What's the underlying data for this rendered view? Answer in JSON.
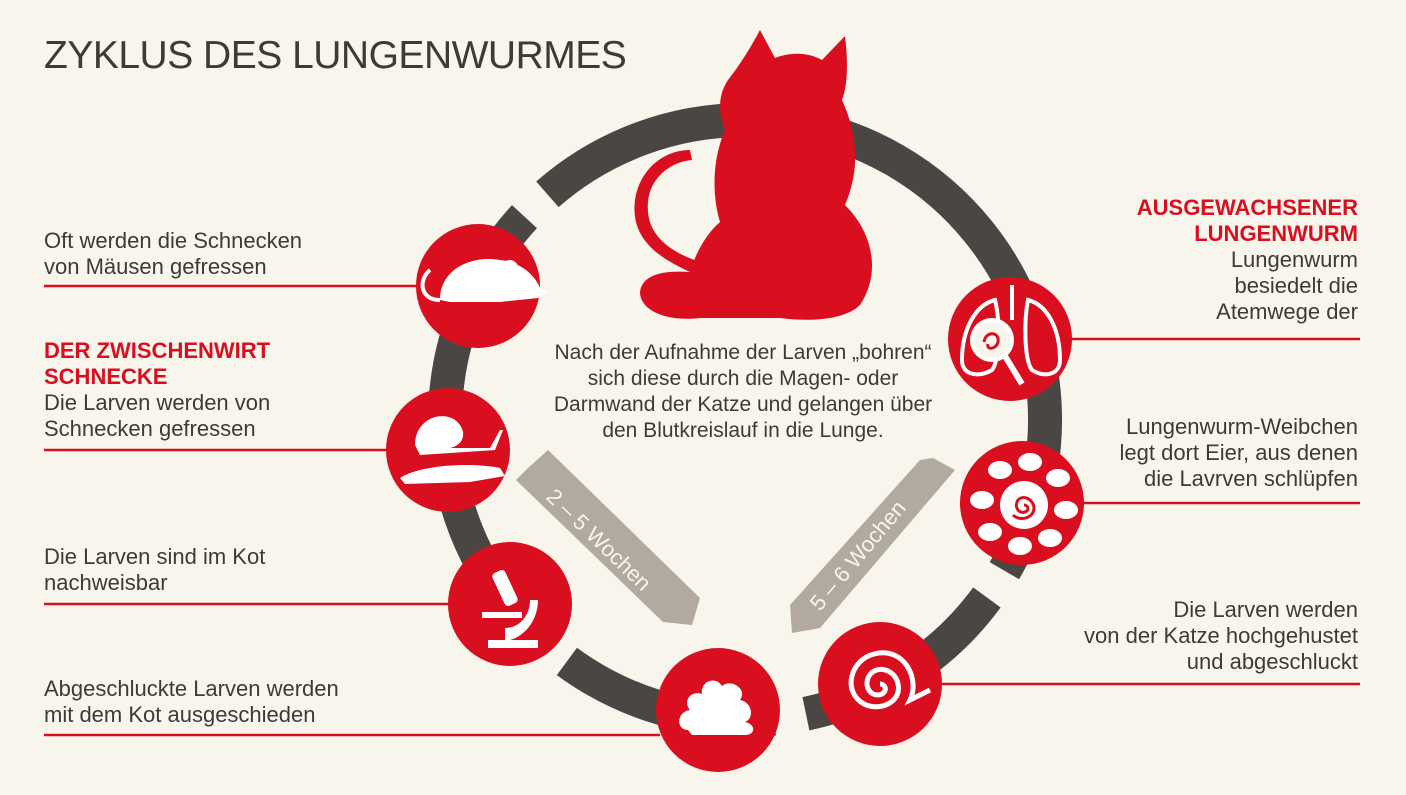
{
  "title": "ZYKLUS DES LUNGENWURMES",
  "center_text": "Nach der Aufnahme der Larven „bohren“ sich diese durch die Magen- oder Darmwand der Katze und gelangen über den Blutkreislauf in die Lunge.",
  "arrows": {
    "left_duration": "2 – 5 Wochen",
    "right_duration": "5 – 6 Wochen"
  },
  "labels": {
    "mouse": {
      "line1": "Oft werden die Schnecken",
      "line2": "von Mäusen gefressen"
    },
    "snail": {
      "head1": "DER ZWISCHENWIRT",
      "head2": "SCHNECKE",
      "line1": "Die Larven werden von",
      "line2": "Schnecken gefressen"
    },
    "microscope": {
      "line1": "Die Larven sind im Kot",
      "line2": "nachweisbar"
    },
    "feces": {
      "line1": "Abgeschluckte Larven werden",
      "line2": "mit dem Kot ausgeschieden"
    },
    "lung": {
      "head1": "AUSGEWACHSENER",
      "head2": "LUNGENWURM",
      "line1": "Lungenwurm",
      "line2": "besiedelt die",
      "line3": "Atemwege der"
    },
    "eggs": {
      "line1": "Lungenwurm-Weibchen",
      "line2": "legt dort Eier, aus denen",
      "line3": "die Lavrven schlüpfen"
    },
    "cough": {
      "line1": "Die Larven werden",
      "line2": "von der Katze hochgehustet",
      "line3": "und abgeschluckt"
    }
  },
  "icons": [
    "cat-icon",
    "mouse-icon",
    "snail-icon",
    "microscope-icon",
    "feces-icon",
    "spiral-larva-icon",
    "eggs-icon",
    "lung-icon"
  ],
  "colors": {
    "accent": "#d90f1f",
    "ring": "#4a4644",
    "duration_arrow": "#b3aa9f",
    "background": "#f8f5ec"
  }
}
